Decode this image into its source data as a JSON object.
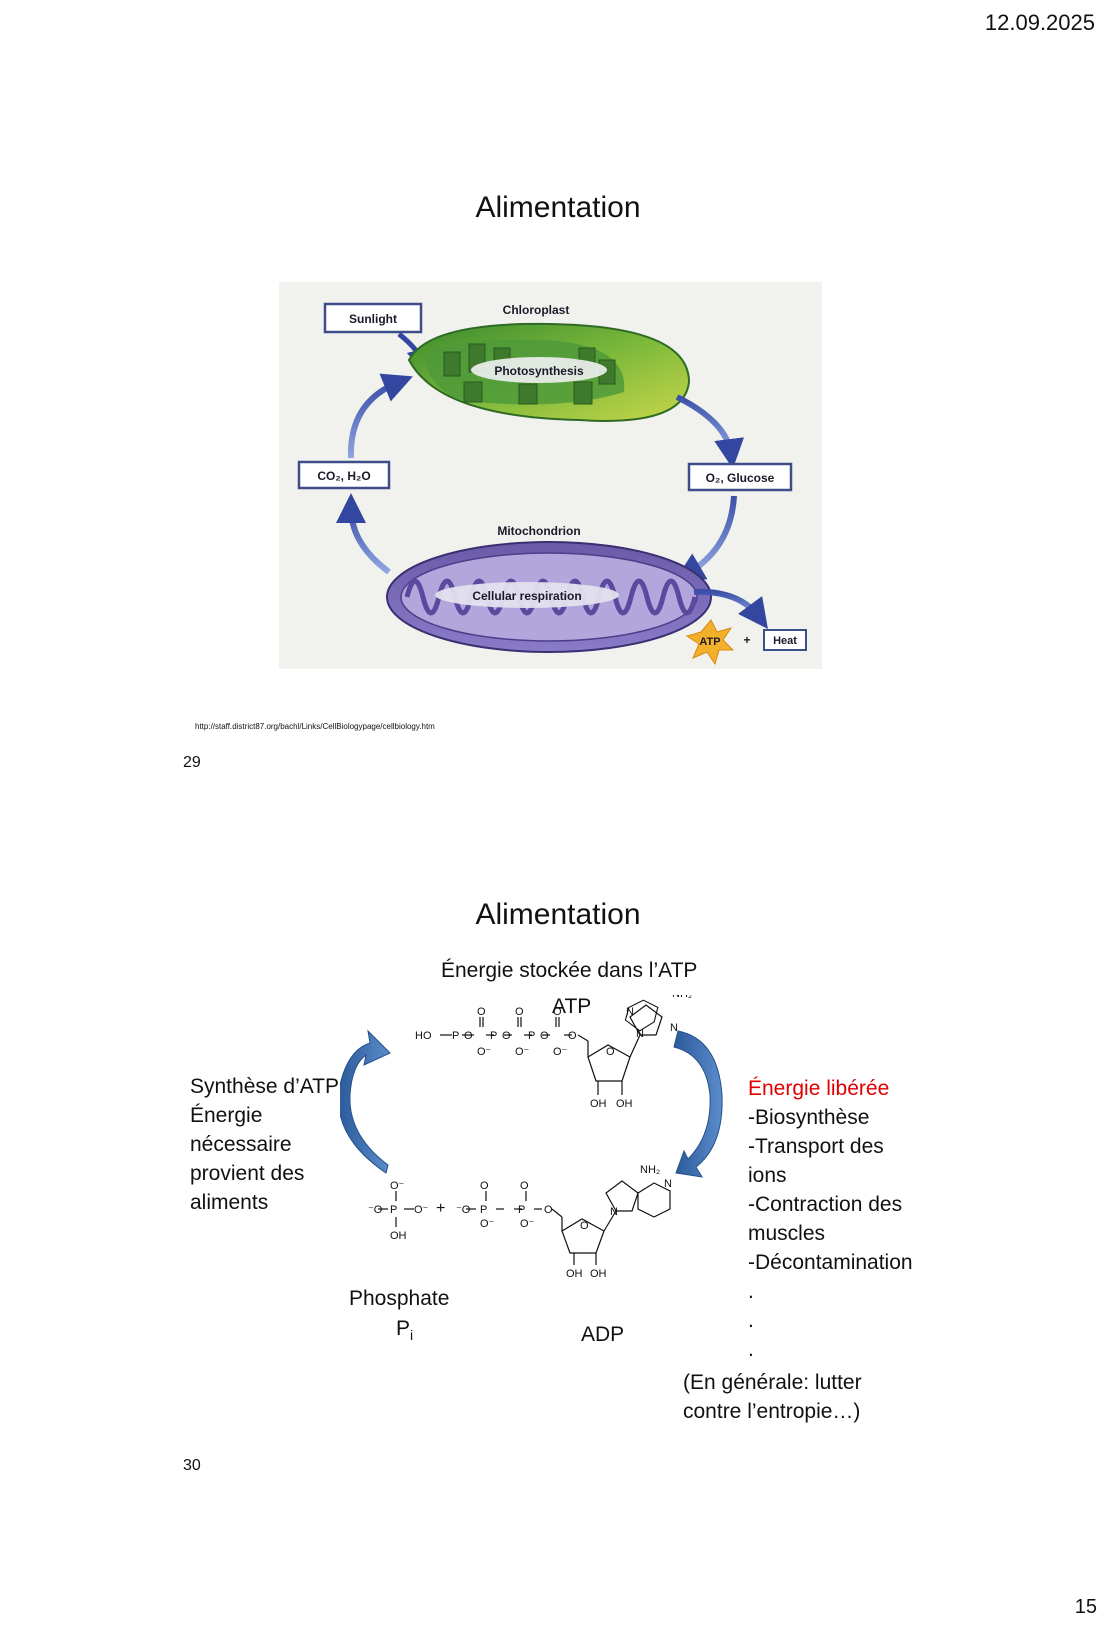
{
  "header": {
    "date": "12.09.2025"
  },
  "slide29": {
    "title": "Alimentation",
    "diagram": {
      "sunlight": "Sunlight",
      "chloroplast": "Chloroplast",
      "photosynthesis": "Photosynthesis",
      "co2_h2o": "CO₂, H₂O",
      "o2_glucose": "O₂, Glucose",
      "mitochondrion": "Mitochondrion",
      "cellular_respiration": "Cellular respiration",
      "atp": "ATP",
      "plus": "+",
      "heat": "Heat"
    },
    "credit": "http://staff.district87.org/bachl/Links/CellBiologypage/cellbiology.htm",
    "number": "29"
  },
  "slide30": {
    "title": "Alimentation",
    "subtitle": "Énergie stockée dans l’ATP",
    "atp_label": "ATP",
    "left_text": [
      "Synthèse d’ATP:",
      "Énergie",
      "nécessaire",
      "provient des",
      "aliments"
    ],
    "energy_released": "Énergie libérée",
    "right_list": [
      "-Biosynthèse",
      "-Transport des",
      "ions",
      "-Contraction des",
      "muscles",
      "-Décontamination",
      ".",
      ".",
      "."
    ],
    "general_note": [
      "(En générale: lutter",
      "contre l’entropie…)"
    ],
    "phosphate": "Phosphate",
    "pi_main": "P",
    "pi_sub": "i",
    "adp_label": "ADP",
    "number": "30"
  },
  "footer": {
    "page_number": "15"
  }
}
